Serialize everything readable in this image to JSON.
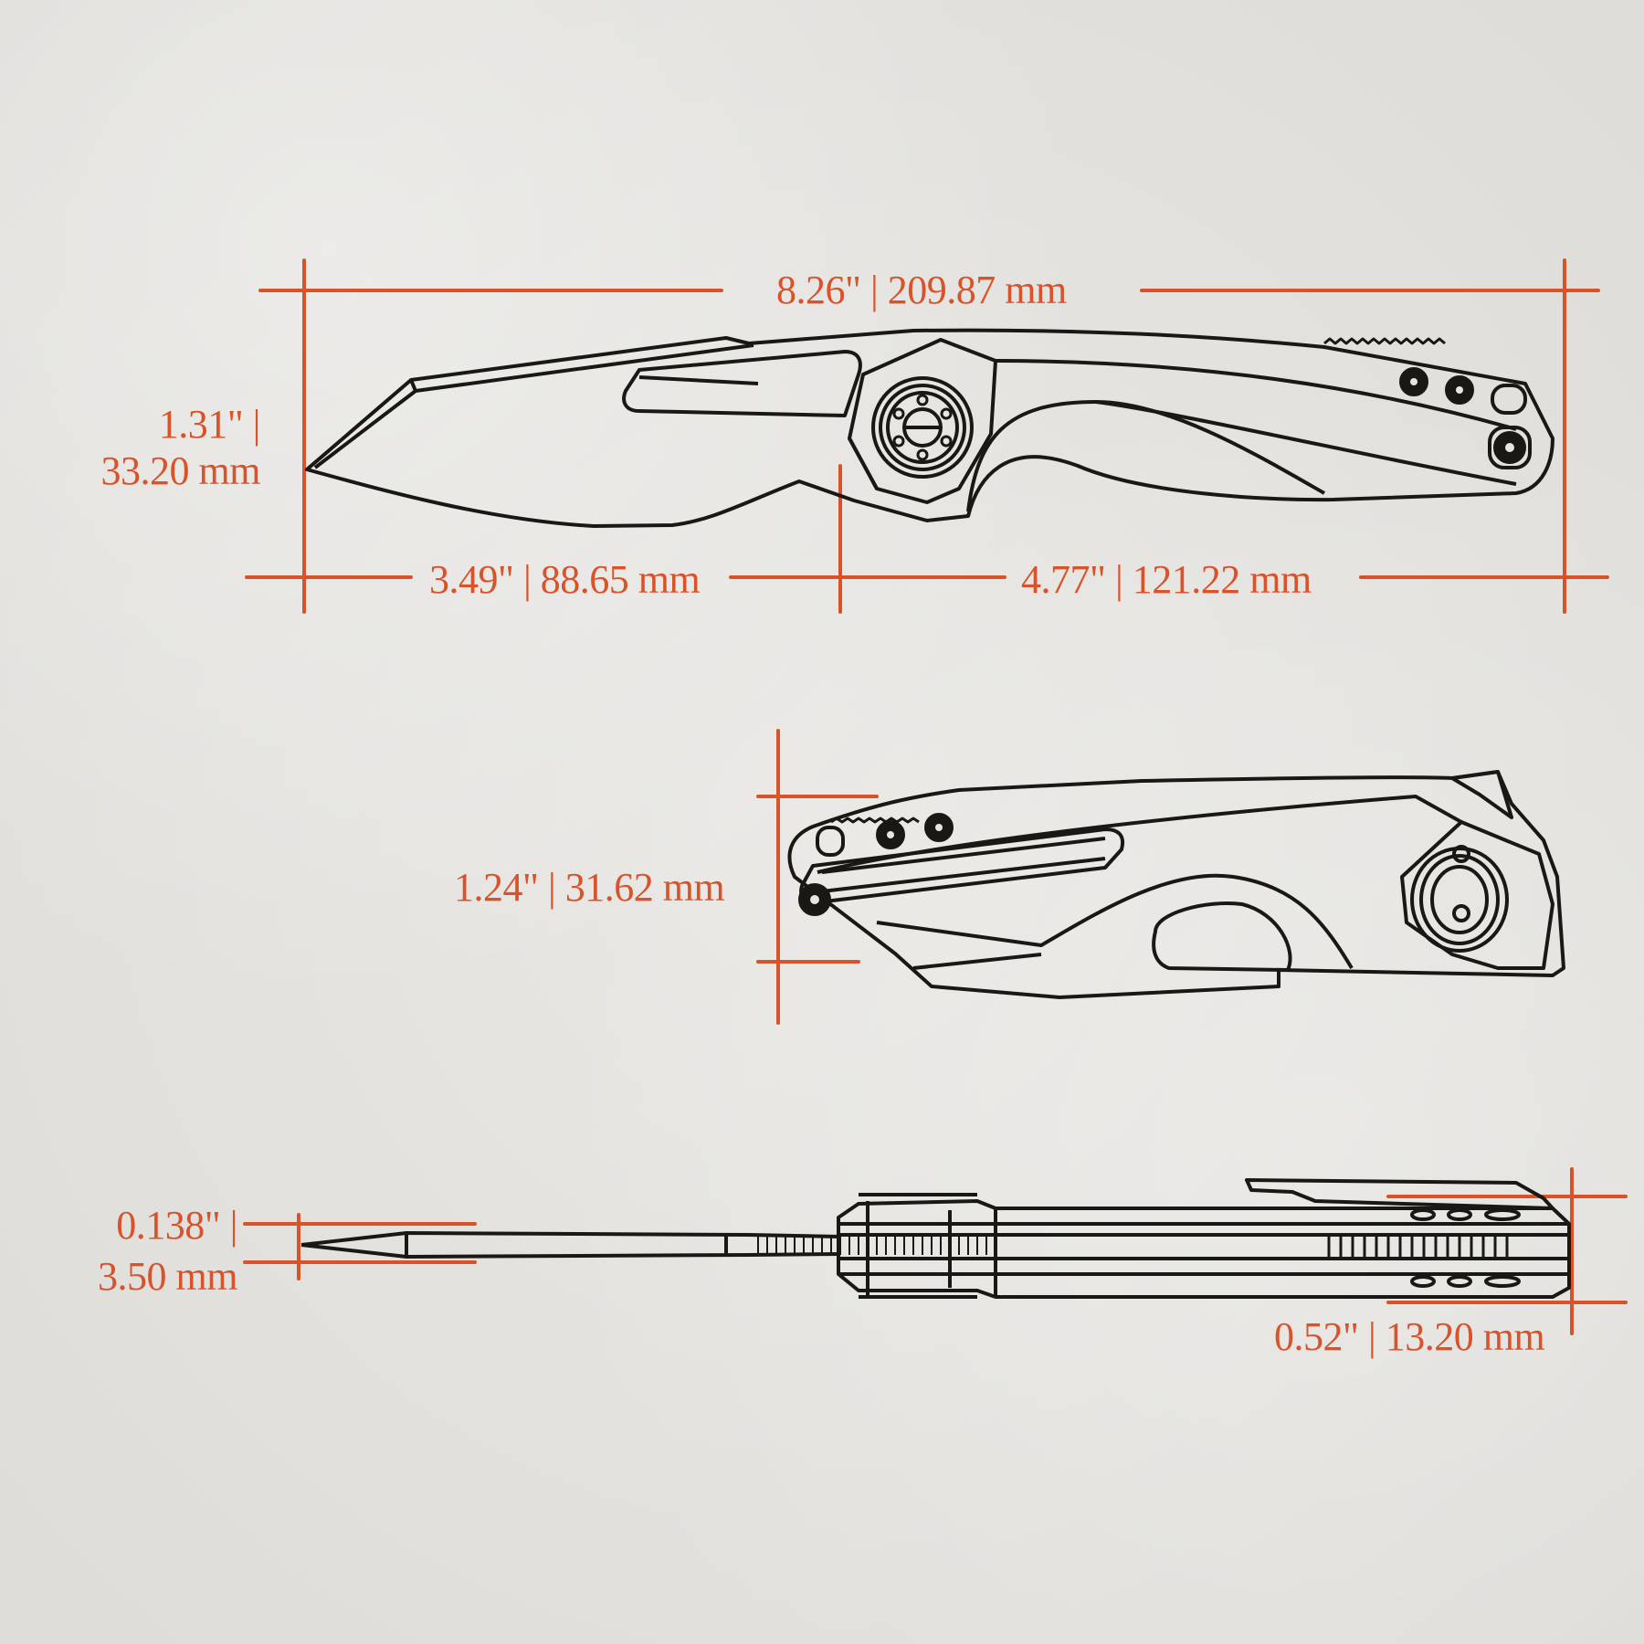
{
  "colors": {
    "accent": "#d9532a",
    "ink": "#1a1814",
    "paper": "#e6e5e2"
  },
  "views": {
    "open_side": {
      "name": "open knife side profile",
      "overall_length": "8.26\" | 209.87 mm",
      "height_line1": "1.31\" |",
      "height_line2": "33.20 mm",
      "blade_length": "3.49\" | 88.65 mm",
      "handle_length": "4.77\" | 121.22 mm"
    },
    "closed_side": {
      "name": "closed knife side profile",
      "closed_height": "1.24\" | 31.62 mm"
    },
    "top_view": {
      "name": "knife top/spine view",
      "blade_thickness_line1": "0.138\" |",
      "blade_thickness_line2": "3.50 mm",
      "handle_thickness": "0.52\" | 13.20 mm"
    }
  }
}
